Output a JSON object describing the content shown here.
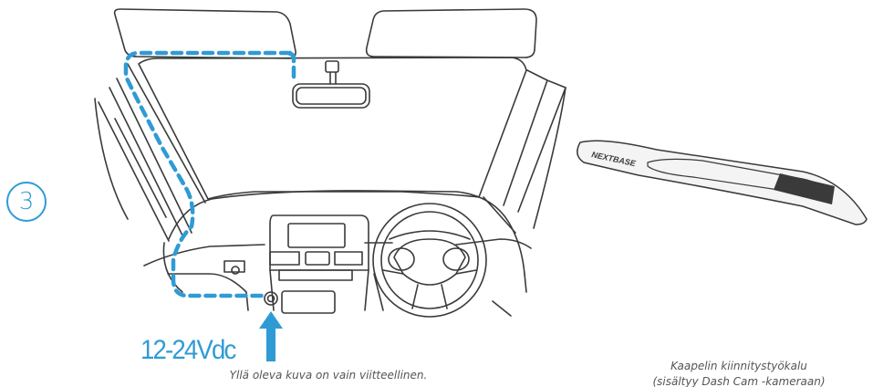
{
  "step": {
    "number": "3"
  },
  "power": {
    "label": "12-24Vdc"
  },
  "captions": {
    "reference_note": "Yllä oleva kuva on vain viitteellinen.",
    "tool_line1": "Kaapelin kiinnitystyökalu",
    "tool_line2": "(sisältyy Dash Cam -kameraan)"
  },
  "tool": {
    "brand": "NEXTBASE"
  },
  "colors": {
    "accent": "#2f9bd5",
    "line": "#3a3a3a"
  }
}
